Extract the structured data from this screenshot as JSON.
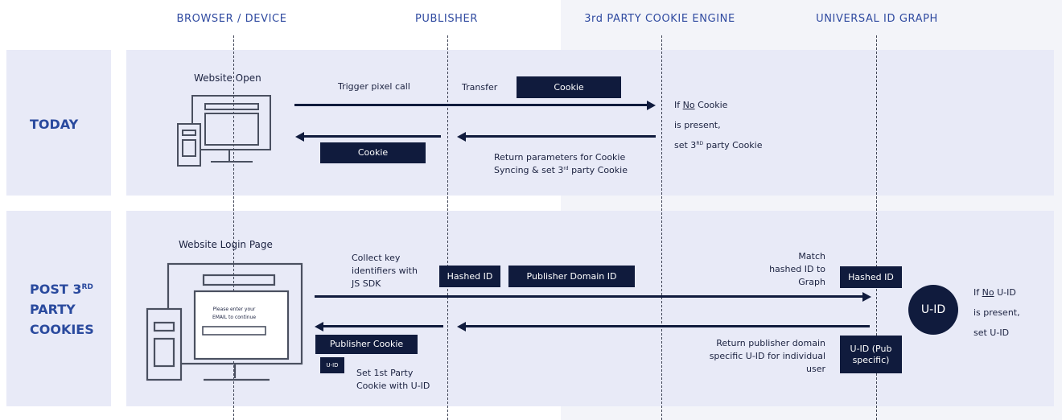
{
  "columns": {
    "browser": "BROWSER / DEVICE",
    "publisher": "PUBLISHER",
    "cookie_engine": "3rd PARTY COOKIE ENGINE",
    "id_graph": "UNIVERSAL ID GRAPH"
  },
  "rows": {
    "today": "TODAY",
    "post_line1_pre": "POST 3",
    "post_line1_sup": "RD",
    "post_line2": "PARTY",
    "post_line3": "COOKIES"
  },
  "today": {
    "website_open": "Website Open",
    "trigger": "Trigger pixel call",
    "transfer": "Transfer",
    "cookie_box": "Cookie",
    "cookie_box_return": "Cookie",
    "if_no_pre": "If ",
    "if_no_ul": "No",
    "if_no_post": " Cookie",
    "is_present": "is present,",
    "set_pre": "set 3",
    "set_sup": "RD",
    "set_post": " party Cookie",
    "return_line1": "Return parameters for Cookie",
    "return_line2_pre": "Syncing & set 3",
    "return_line2_sup": "rd",
    "return_line2_post": " party Cookie"
  },
  "post": {
    "login_page": "Website Login Page",
    "form_line1": "Please enter your",
    "form_line2": "EMAIL to continue",
    "collect_line1": "Collect key",
    "collect_line2": "identifiers with",
    "collect_line3": "JS SDK",
    "hashed_id_box": "Hashed ID",
    "publisher_domain_box": "Publisher Domain ID",
    "match_line1": "Match",
    "match_line2": "hashed ID to",
    "match_line3": "Graph",
    "hashed_id_graph_box": "Hashed ID",
    "uid_circle": "U-ID",
    "if_no_pre": "If ",
    "if_no_ul": "No",
    "if_no_post": " U-ID",
    "is_present": "is present,",
    "set_uid": "set U-ID",
    "return_line1": "Return publisher domain",
    "return_line2": "specific U-ID for individual",
    "return_line3": "user",
    "uid_pub_line1": "U-ID (Pub",
    "uid_pub_line2": "specific)",
    "publisher_cookie_box": "Publisher Cookie",
    "uid_small_box": "U-ID",
    "set1st_line1": "Set 1st Party",
    "set1st_line2": "Cookie with U-ID"
  },
  "colors": {
    "navy": "#101b3d",
    "header_blue": "#2f4aa0",
    "lane_bg": "#e8eaf7",
    "right_bg": "#f3f4f9"
  }
}
